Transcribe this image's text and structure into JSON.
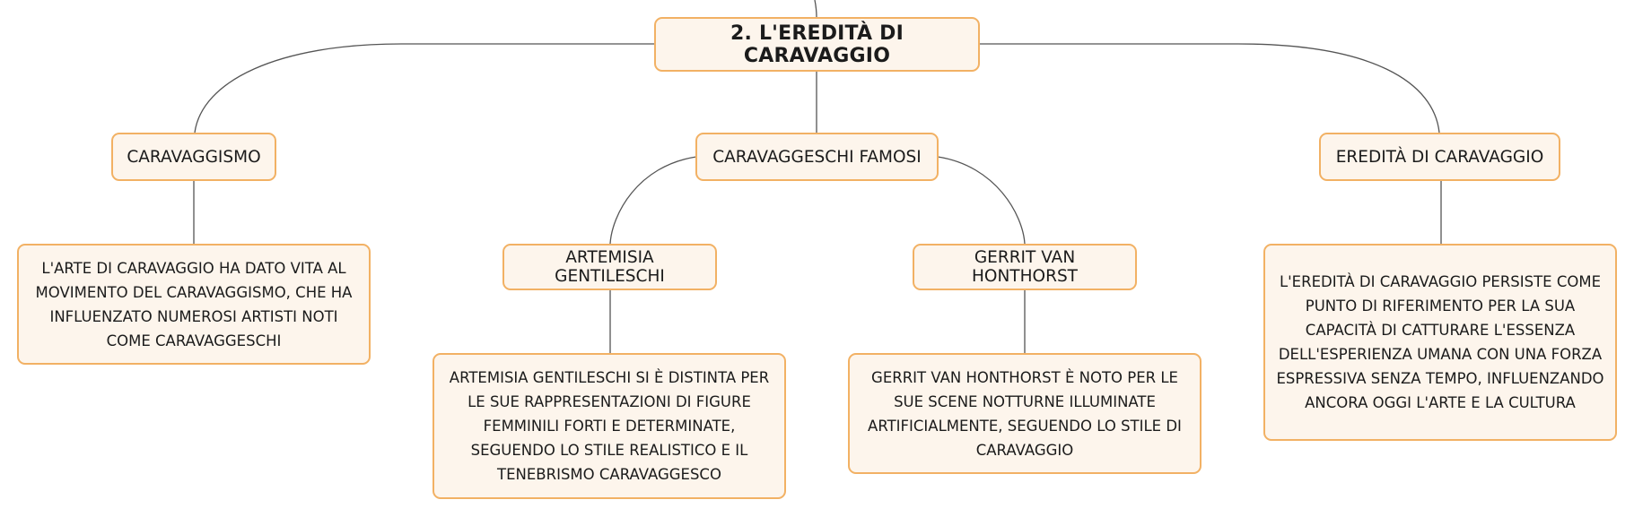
{
  "root": {
    "title": "2. L'EREDITÀ DI CARAVAGGIO"
  },
  "branches": [
    {
      "title": "CARAVAGGISMO",
      "detail": "L'ARTE DI CARAVAGGIO HA DATO VITA AL MOVIMENTO DEL CARAVAGGISMO, CHE HA INFLUENZATO NUMEROSI ARTISTI NOTI COME CARAVAGGESCHI"
    },
    {
      "title": "CARAVAGGESCHI FAMOSI",
      "children": [
        {
          "title": "ARTEMISIA GENTILESCHI",
          "detail": "ARTEMISIA GENTILESCHI SI È DISTINTA PER LE SUE RAPPRESENTAZIONI DI FIGURE FEMMINILI FORTI E DETERMINATE, SEGUENDO LO STILE REALISTICO E IL TENEBRISMO CARAVAGGESCO"
        },
        {
          "title": "GERRIT VAN HONTHORST",
          "detail": "GERRIT VAN HONTHORST È NOTO PER LE SUE SCENE NOTTURNE ILLUMINATE ARTIFICIALMENTE, SEGUENDO LO STILE DI CARAVAGGIO"
        }
      ]
    },
    {
      "title": "EREDITÀ DI CARAVAGGIO",
      "detail": "L'EREDITÀ DI CARAVAGGIO PERSISTE COME PUNTO DI RIFERIMENTO PER LA SUA CAPACITÀ DI CATTURARE L'ESSENZA DELL'ESPERIENZA UMANA CON UNA FORZA ESPRESSIVA SENZA TEMPO, INFLUENZANDO ANCORA OGGI L'ARTE E LA CULTURA"
    }
  ],
  "colors": {
    "node_fill": "#fdf5ec",
    "node_border": "#f2b164",
    "connector": "#555555",
    "text": "#1b1b1b"
  }
}
